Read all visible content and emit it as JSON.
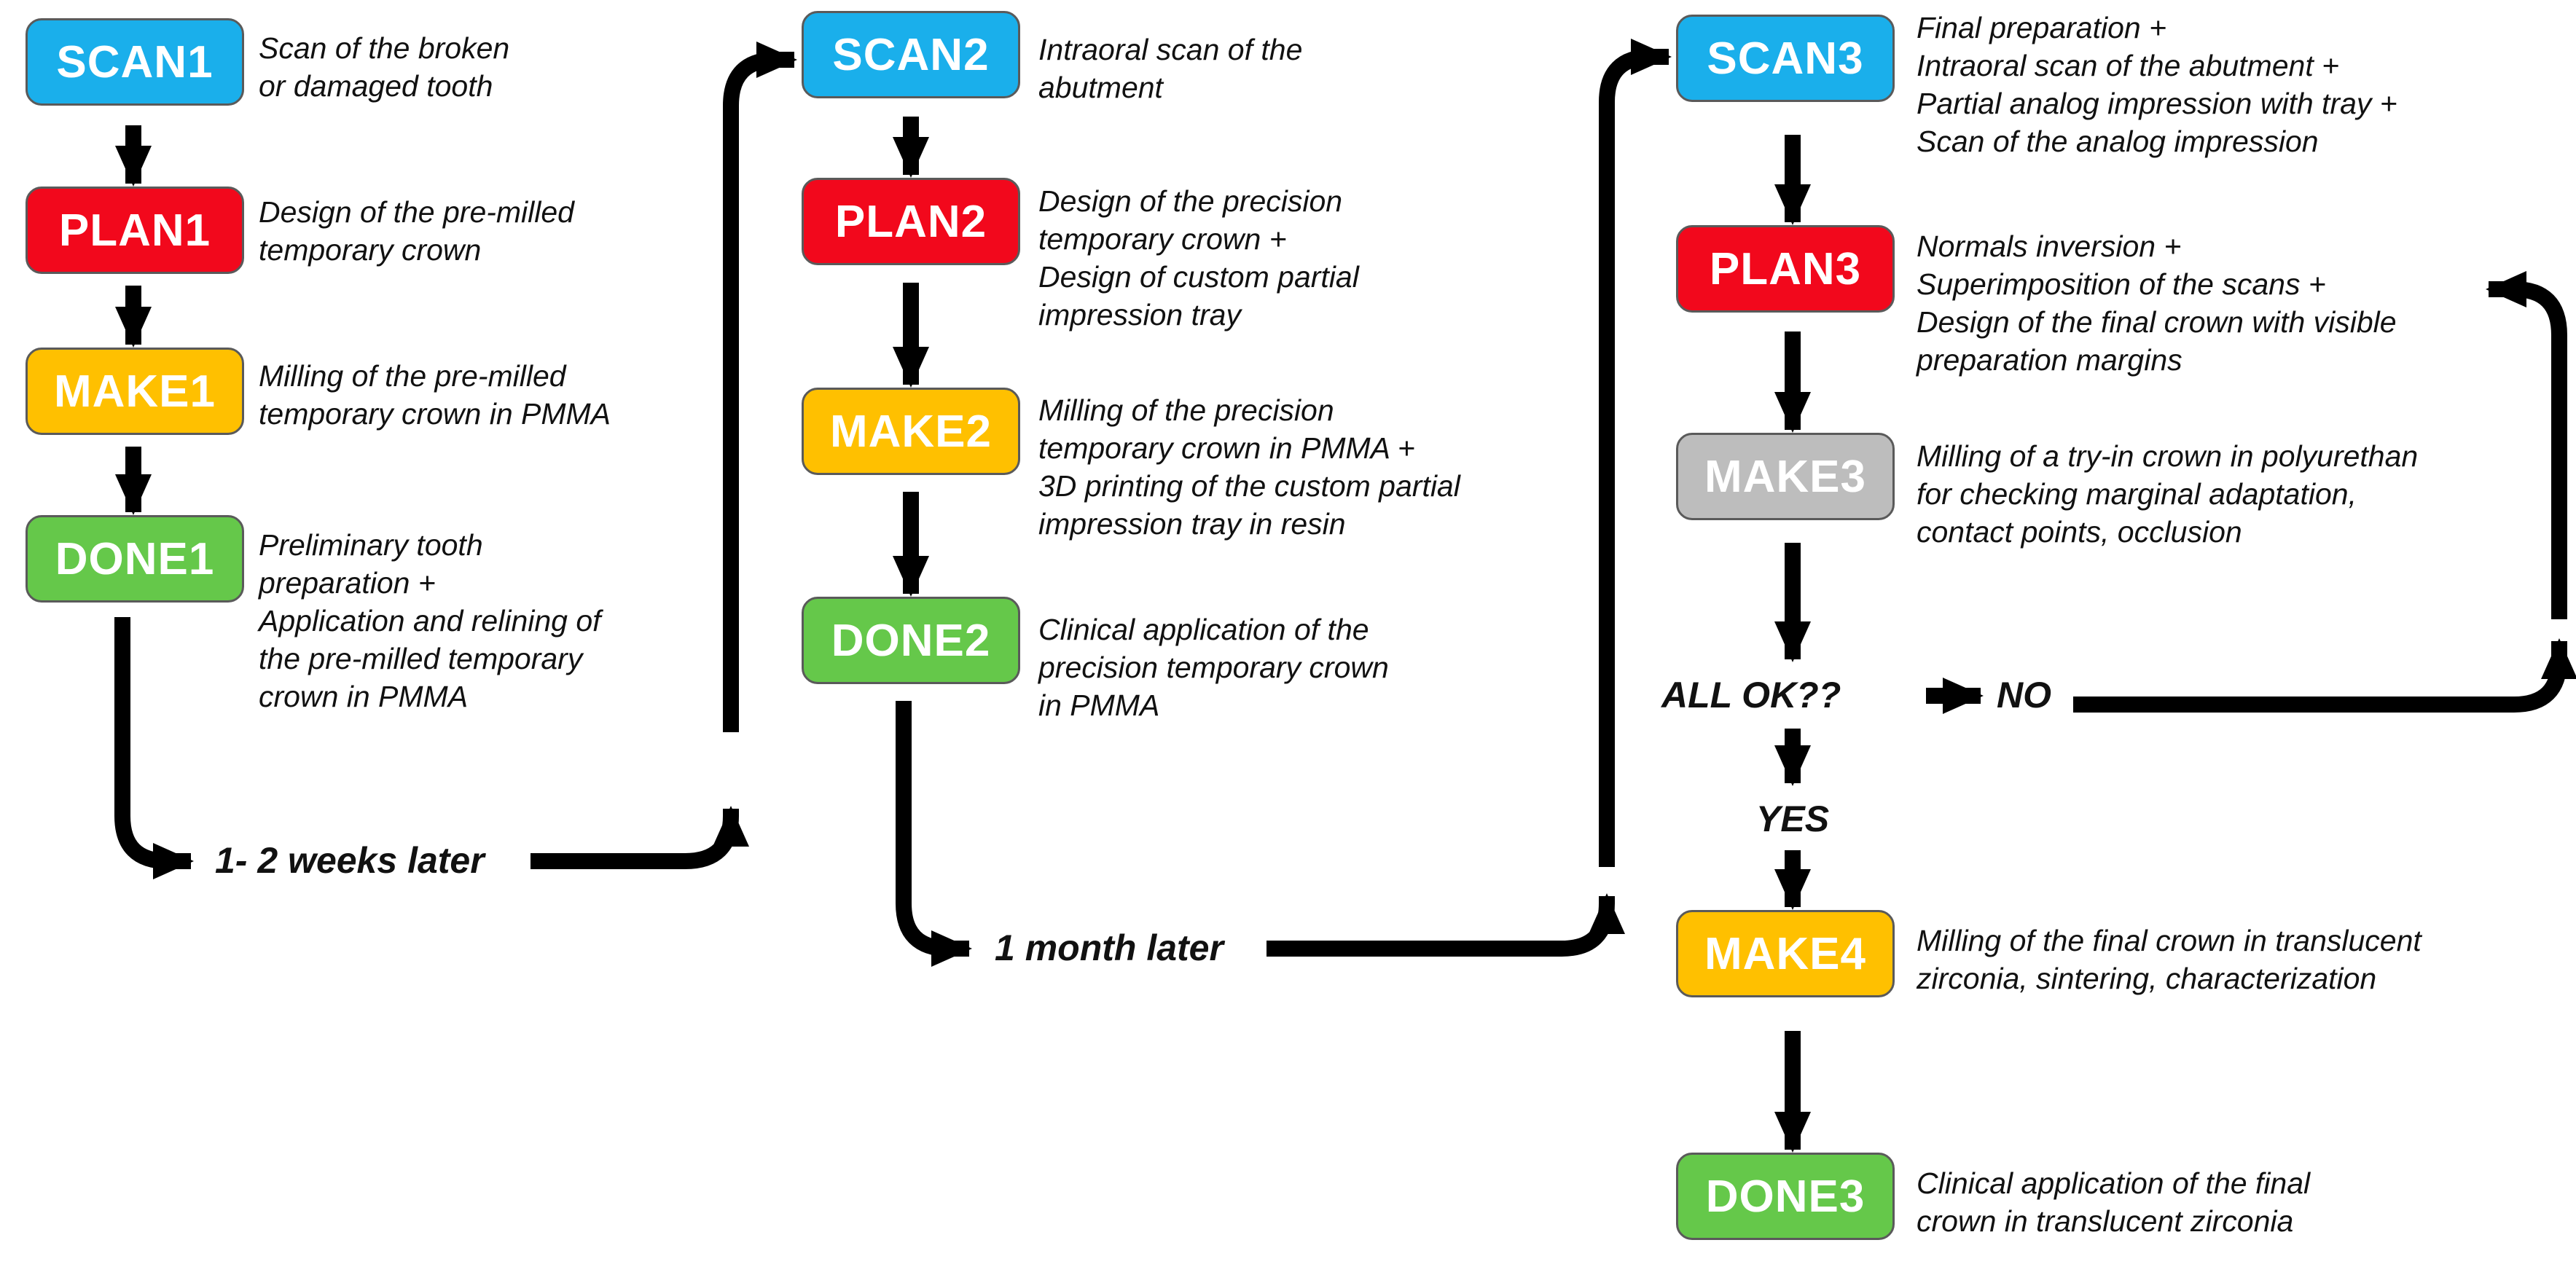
{
  "colors": {
    "scan": "#1AAFEB",
    "plan": "#F2081C",
    "make": "#FFC000",
    "done": "#65C84A",
    "make_pending": "#BDBDBD",
    "arrow": "#000000"
  },
  "column1": {
    "scan": {
      "label": "SCAN1",
      "desc": "Scan of the broken\nor damaged tooth"
    },
    "plan": {
      "label": "PLAN1",
      "desc": "Design of the pre-milled\ntemporary crown"
    },
    "make": {
      "label": "MAKE1",
      "desc": "Milling of the pre-milled\ntemporary crown in PMMA"
    },
    "done": {
      "label": "DONE1",
      "desc": "Preliminary tooth\npreparation +\nApplication and relining of\nthe pre-milled temporary\ncrown in PMMA"
    }
  },
  "column2": {
    "scan": {
      "label": "SCAN2",
      "desc": "Intraoral scan of the\nabutment"
    },
    "plan": {
      "label": "PLAN2",
      "desc": "Design of the precision\ntemporary crown +\nDesign of custom partial\nimpression tray"
    },
    "make": {
      "label": "MAKE2",
      "desc": "Milling of the precision\ntemporary crown in PMMA +\n3D printing of the custom partial\nimpression tray in resin"
    },
    "done": {
      "label": "DONE2",
      "desc": "Clinical application of the\nprecision temporary crown\nin PMMA"
    }
  },
  "column3": {
    "scan": {
      "label": "SCAN3",
      "desc": "Final preparation +\nIntraoral scan of the abutment +\nPartial analog impression with tray +\nScan of the analog impression"
    },
    "plan": {
      "label": "PLAN3",
      "desc": "Normals inversion +\nSuperimposition of the scans +\nDesign of the final crown with visible\npreparation margins"
    },
    "make_tryin": {
      "label": "MAKE3",
      "desc": "Milling of a try-in crown in polyurethan\nfor checking marginal adaptation,\ncontact points, occlusion"
    },
    "make_final": {
      "label": "MAKE4",
      "desc": "Milling of the final crown in translucent\nzirconia, sintering, characterization"
    },
    "done": {
      "label": "DONE3",
      "desc": "Clinical application of the final\ncrown in translucent zirconia"
    }
  },
  "transitions": {
    "wait1": "1- 2 weeks later",
    "wait2": "1 month later",
    "check": "ALL OK??",
    "no": "NO",
    "yes": "YES"
  }
}
